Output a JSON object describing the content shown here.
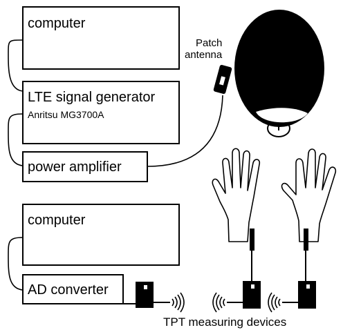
{
  "boxes": {
    "computer_top": "computer",
    "signal_generator_title": "LTE signal generator",
    "signal_generator_model": "Anritsu MG3700A",
    "power_amplifier": "power amplifier",
    "computer_bottom": "computer",
    "ad_converter": "AD converter"
  },
  "labels": {
    "patch_antenna_line1": "Patch",
    "patch_antenna_line2": "antenna",
    "tpt_devices": "TPT measuring devices"
  }
}
